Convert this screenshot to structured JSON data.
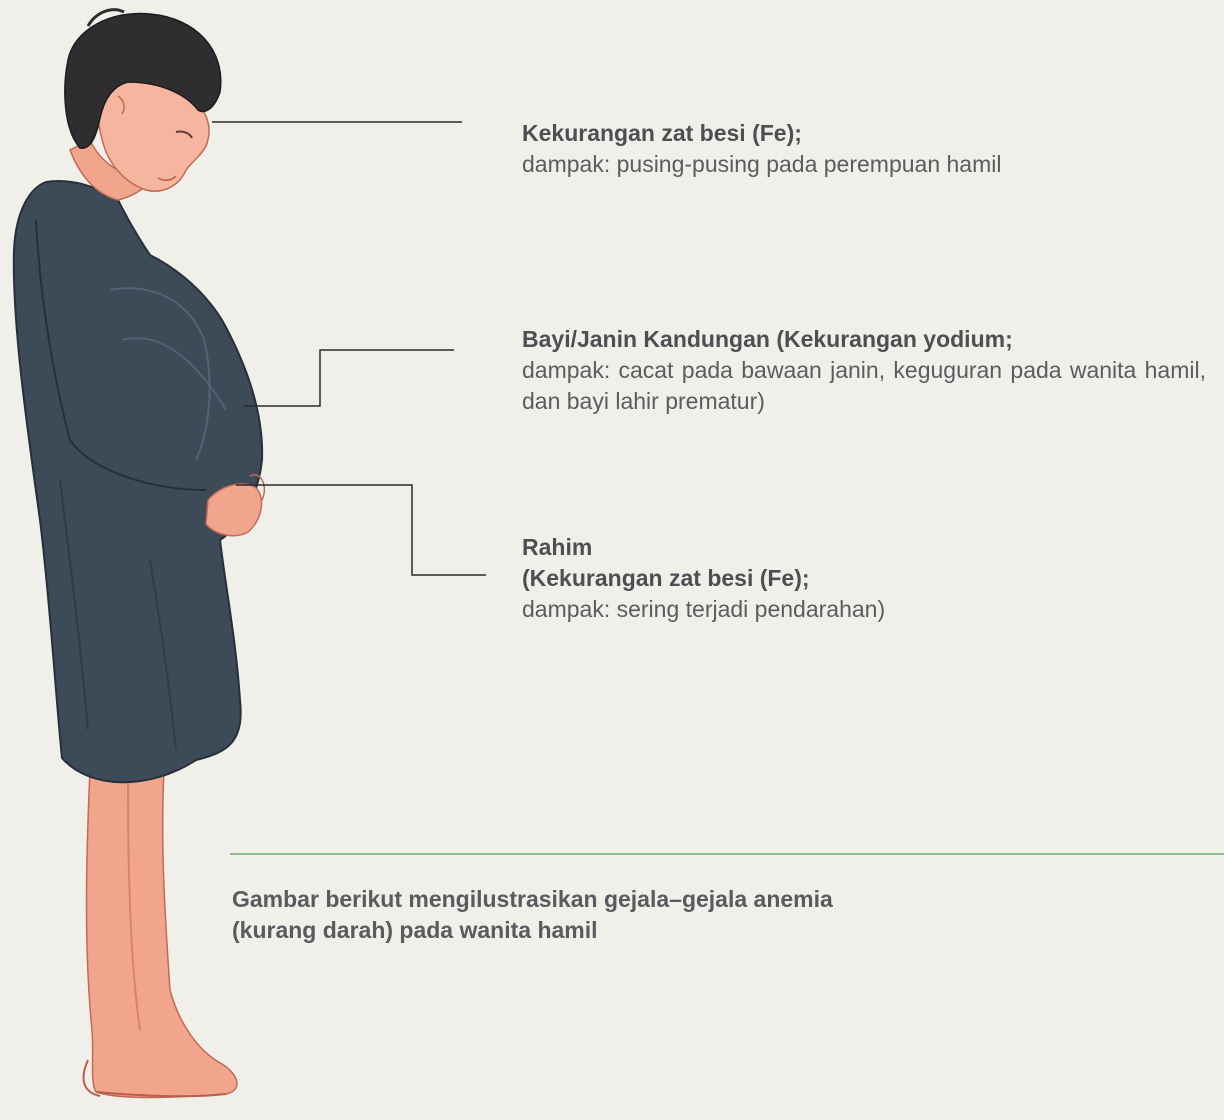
{
  "callouts": [
    {
      "title": "Kekurangan zat besi (Fe);",
      "text": "dampak: pusing-pusing pada perempuan hamil"
    },
    {
      "title": "Bayi/Janin Kandungan (Kekurangan yodium;",
      "text": "dampak: cacat pada bawaan janin, keguguran pada wanita hamil, dan bayi lahir prematur)"
    },
    {
      "title": "Rahim",
      "title2": "(Kekurangan zat besi (Fe);",
      "text": "dampak: sering terjadi pendarahan)"
    }
  ],
  "caption": {
    "line1": "Gambar berikut mengilustrasikan gejala–gejala anemia",
    "line2": "(kurang darah) pada wanita hamil"
  },
  "colors": {
    "background": "#f0efea",
    "dress": "#3d4a58",
    "skin": "#f0a58c",
    "hair": "#2e2e30",
    "leader_line": "#2a2a2a",
    "divider": "#8cc08a"
  }
}
